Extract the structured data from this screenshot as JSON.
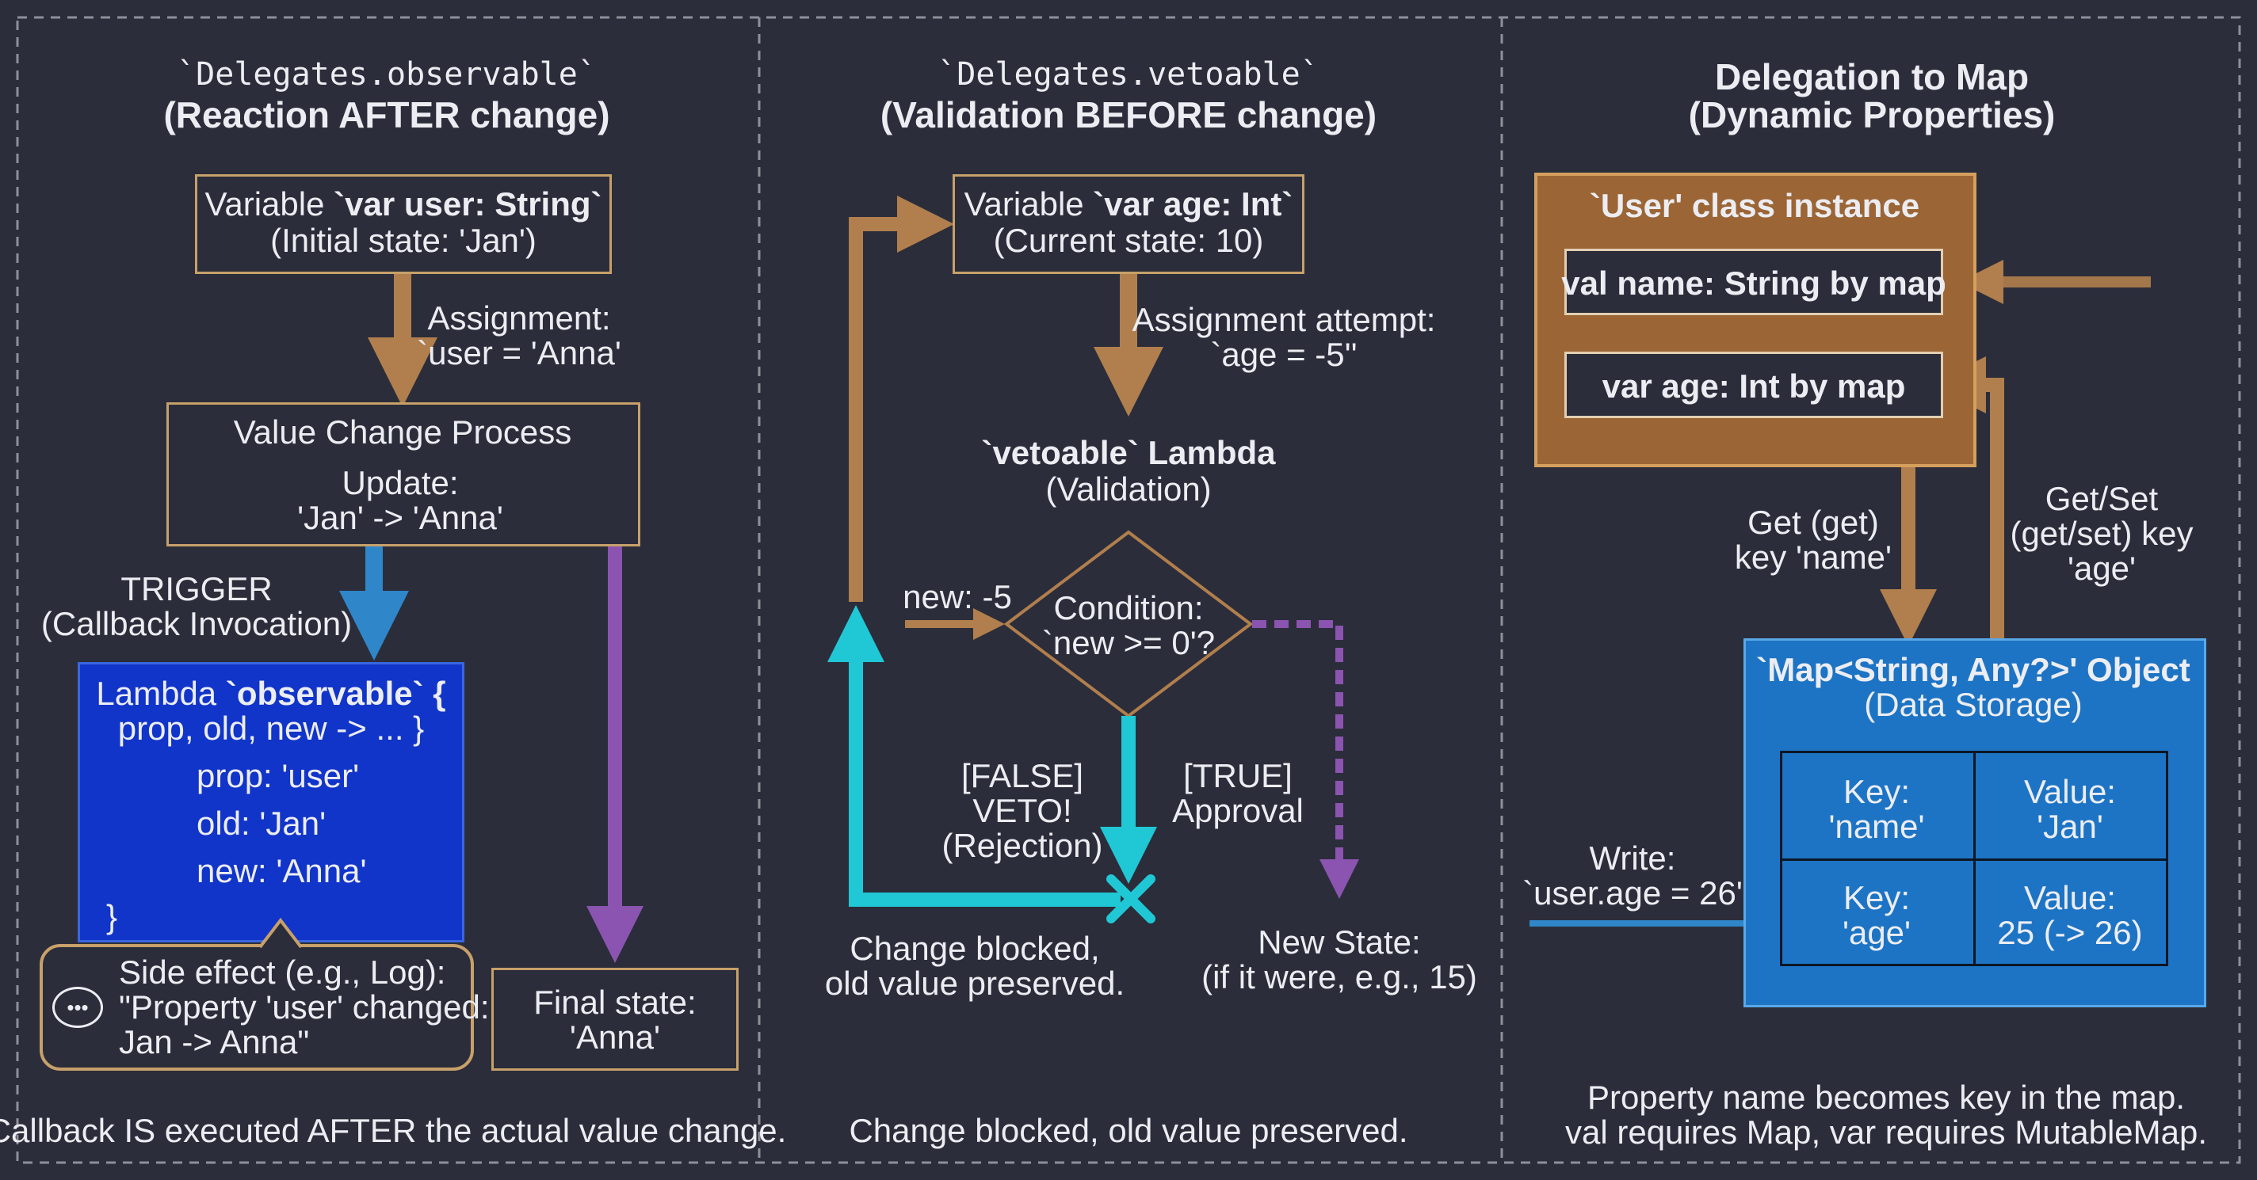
{
  "panel_left": {
    "title_code": "`Delegates.observable`",
    "title_sub": "(Reaction AFTER change)",
    "var_box": {
      "line1_prefix": "Variable ",
      "line1_bold": "`var user: String`",
      "line2": "(Initial state: 'Jan')"
    },
    "assignment": {
      "line1": "Assignment:",
      "line2": "`user = 'Anna'"
    },
    "process_box": {
      "title": "Value Change Process",
      "line1": "Update:",
      "line2": "'Jan' -> 'Anna'"
    },
    "trigger": {
      "line1": "TRIGGER",
      "line2": "(Callback Invocation)"
    },
    "lambda_box": {
      "line1_prefix": "Lambda ",
      "line1_bold": "`observable` {",
      "line2": "prop, old, new -> ... }",
      "params": [
        "prop: 'user'",
        "old: 'Jan'",
        "new: 'Anna'"
      ],
      "close": "}"
    },
    "side_effect": {
      "line1": "Side effect (e.g., Log):",
      "line2": "\"Property 'user' changed:",
      "line3": "Jan -> Anna\""
    },
    "final_state": {
      "line1": "Final state:",
      "line2": "'Anna'"
    },
    "footer": "Callback IS executed AFTER the actual value change."
  },
  "panel_mid": {
    "title_code": "`Delegates.vetoable`",
    "title_sub": "(Validation BEFORE change)",
    "var_box": {
      "line1_prefix": "Variable ",
      "line1_bold": "`var age: Int`",
      "line2": "(Current state: 10)"
    },
    "assignment": {
      "line1": "Assignment attempt:",
      "line2": "`age = -5''"
    },
    "lambda_title": {
      "line1": "`vetoable` Lambda",
      "line2": "(Validation)"
    },
    "input_label": "new: -5",
    "condition": {
      "line1": "Condition:",
      "line2": "`new >= 0'?"
    },
    "false_label": {
      "line1": "[FALSE]",
      "line2": "VETO!",
      "line3": "(Rejection)"
    },
    "true_label": {
      "line1": "[TRUE]",
      "line2": "Approval"
    },
    "blocked": {
      "line1": "Change blocked,",
      "line2": "old value preserved."
    },
    "new_state": {
      "line1": "New State:",
      "line2": "(if it were, e.g., 15)"
    },
    "footer": "Change blocked, old value preserved."
  },
  "panel_right": {
    "title_line1": "Delegation to Map",
    "title_line2": "(Dynamic Properties)",
    "class_box": {
      "title": "`User' class instance",
      "prop1": "val name: String by map",
      "prop2": "var age: Int by map"
    },
    "get_label": {
      "line1": "Get (get)",
      "line2": "key 'name'"
    },
    "getset_label": {
      "line1": "Get/Set",
      "line2": "(get/set) key",
      "line3": "'age'"
    },
    "map_box": {
      "title": "`Map<String, Any?>' Object",
      "subtitle": "(Data Storage)",
      "rows": [
        {
          "key_line1": "Key:",
          "key_line2": "'name'",
          "value_line1": "Value:",
          "value_line2": "'Jan'"
        },
        {
          "key_line1": "Key:",
          "key_line2": "'age'",
          "value_line1": "Value:",
          "value_line2": "25 (-> 26)"
        }
      ]
    },
    "write_label": {
      "line1": "Write:",
      "line2": "`user.age = 26'"
    },
    "footer_line1": "Property name becomes key in the map.",
    "footer_line2": "val requires Map, var requires MutableMap."
  },
  "colors": {
    "background": "#2b2d3a",
    "brown": "#b07f4d",
    "brown_fill": "#9b6536",
    "blue_arrow": "#2f86c8",
    "lambda_fill": "#1135c9",
    "map_fill": "#1d74c4",
    "purple": "#8a54b0",
    "cyan": "#20c8d6",
    "divider": "#8e9099"
  }
}
